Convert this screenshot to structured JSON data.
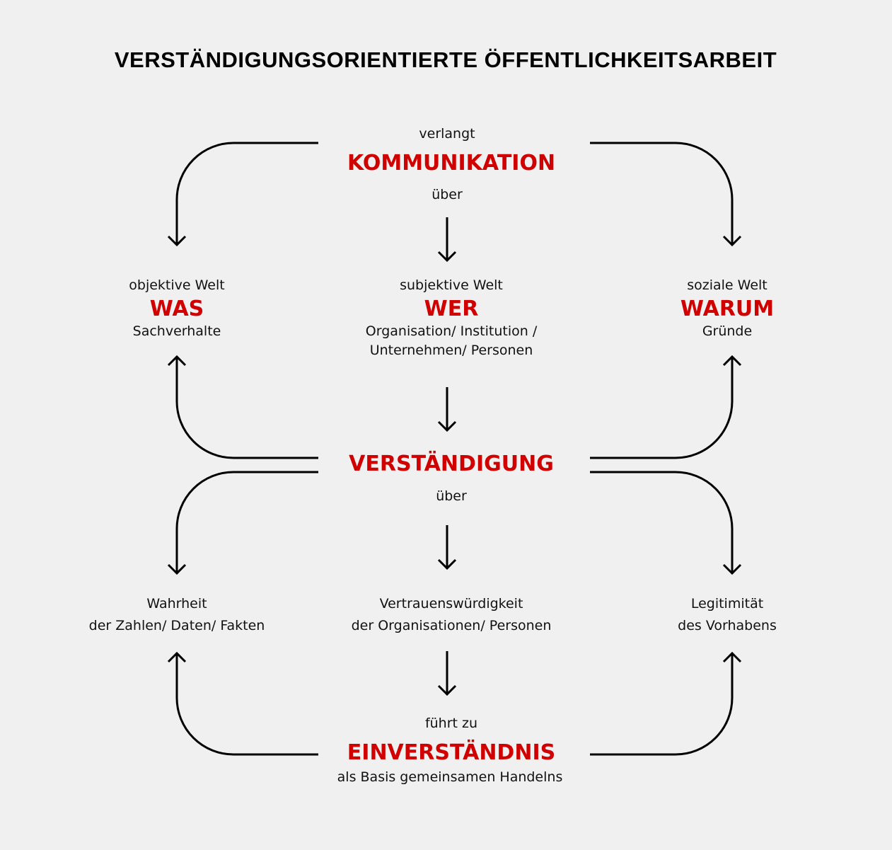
{
  "title": "VERSTÄNDIGUNGSORIENTIERTE ÖFFENTLICHKEITSARBEIT",
  "colors": {
    "accent": "#d10000",
    "background": "#f0f0f0",
    "line": "#000000"
  },
  "top": {
    "pre": "verlangt",
    "keyword": "KOMMUNIKATION",
    "post": "über"
  },
  "worlds": [
    {
      "label": "objektive Welt",
      "keyword": "WAS",
      "desc": [
        "Sachverhalte"
      ]
    },
    {
      "label": "subjektive Welt",
      "keyword": "WER",
      "desc": [
        "Organisation/ Institution /",
        "Unternehmen/ Personen"
      ]
    },
    {
      "label": "soziale Welt",
      "keyword": "WARUM",
      "desc": [
        "Gründe"
      ]
    }
  ],
  "middle": {
    "keyword": "VERSTÄNDIGUNG",
    "post": "über"
  },
  "criteria": [
    [
      "Wahrheit",
      "der Zahlen/ Daten/ Fakten"
    ],
    [
      "Vertrauenswürdigkeit",
      "der Organisationen/ Personen"
    ],
    [
      "Legitimität",
      "des Vorhabens"
    ]
  ],
  "bottom": {
    "pre": "führt zu",
    "keyword": "EINVERSTÄNDNIS",
    "post": "als Basis gemeinsamen Handelns"
  }
}
